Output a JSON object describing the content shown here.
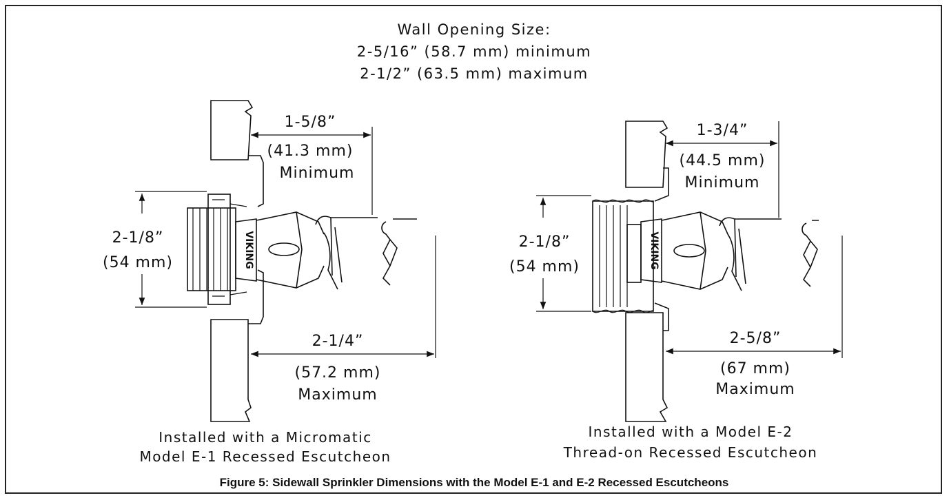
{
  "header": {
    "line1": "Wall Opening Size:",
    "line2": "2-5/16” (58.7 mm) minimum",
    "line3": "2-1/2” (63.5 mm) maximum"
  },
  "left": {
    "min_in": "1-5/8”",
    "min_mm": "(41.3 mm)",
    "min_label": "Minimum",
    "height_in": "2-1/8”",
    "height_mm": "(54 mm)",
    "max_in": "2-1/4”",
    "max_mm": "(57.2 mm)",
    "max_label": "Maximum",
    "caption1": "Installed with a Micromatic",
    "caption2": "Model E-1 Recessed Escutcheon"
  },
  "right": {
    "min_in": "1-3/4”",
    "min_mm": "(44.5 mm)",
    "min_label": "Minimum",
    "height_in": "2-1/8”",
    "height_mm": "(54 mm)",
    "max_in": "2-5/8”",
    "max_mm": "(67 mm)",
    "max_label": "Maximum",
    "caption1": "Installed with a Model E-2",
    "caption2": "Thread-on Recessed Escutcheon"
  },
  "brand_mark": "VIKING",
  "figure_caption": "Figure 5:  Sidewall Sprinkler Dimensions with the Model E-1 and E-2 Recessed Escutcheons",
  "colors": {
    "line": "#111111",
    "wall_fill": "#dcdcdc"
  }
}
